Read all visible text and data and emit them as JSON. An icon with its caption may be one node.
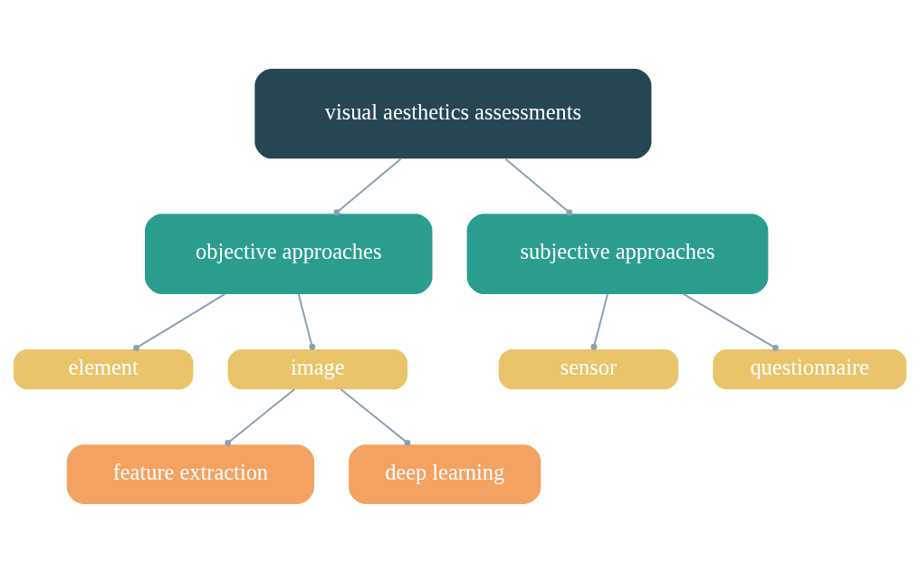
{
  "diagram": {
    "nodes": [
      {
        "text": [
          "visual aesthetics assessments"
        ]
      },
      {
        "text": [
          "objective approaches"
        ]
      },
      {
        "text": [
          "subjective approaches"
        ]
      },
      {
        "text": [
          "element"
        ]
      },
      {
        "text": [
          "image"
        ]
      },
      {
        "text": [
          "sensor"
        ]
      },
      {
        "text": [
          "questionnaire"
        ]
      },
      {
        "text": [
          "feature extraction"
        ]
      },
      {
        "text": [
          "deep learning"
        ]
      }
    ],
    "edges": [
      {
        "from": 0,
        "to": 1,
        "arrow": "other"
      },
      {
        "from": 0,
        "to": 2,
        "arrow": "other"
      },
      {
        "from": 1,
        "to": 3,
        "arrow": "other"
      },
      {
        "from": 1,
        "to": 4,
        "arrow": "other"
      },
      {
        "from": 2,
        "to": 5,
        "arrow": "other"
      },
      {
        "from": 2,
        "to": 6,
        "arrow": "other"
      },
      {
        "from": 4,
        "to": 7,
        "arrow": "other"
      },
      {
        "from": 4,
        "to": 8,
        "arrow": "other"
      }
    ]
  }
}
